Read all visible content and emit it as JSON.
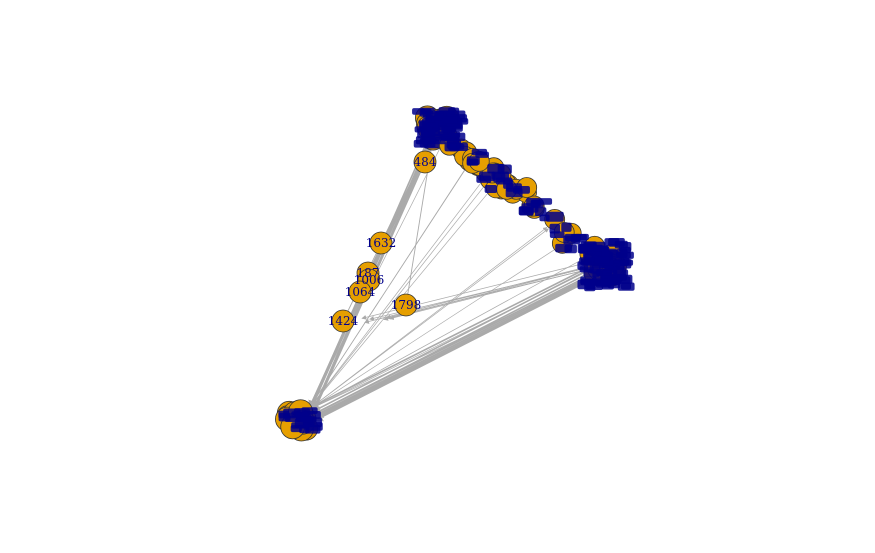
{
  "graph": {
    "edge_color": "#aaaaaa",
    "node_fill": "#e69f00",
    "node_border": "#333333",
    "label_color": "#00008b",
    "labeled_nodes": [
      {
        "id": "n484",
        "label": "484"
      },
      {
        "id": "n1632",
        "label": "1632"
      },
      {
        "id": "n187",
        "label": "187"
      },
      {
        "id": "n1006",
        "label": "1006"
      },
      {
        "id": "n1064",
        "label": "1064"
      },
      {
        "id": "n1798",
        "label": "1798"
      },
      {
        "id": "n1424",
        "label": "1424"
      }
    ]
  }
}
